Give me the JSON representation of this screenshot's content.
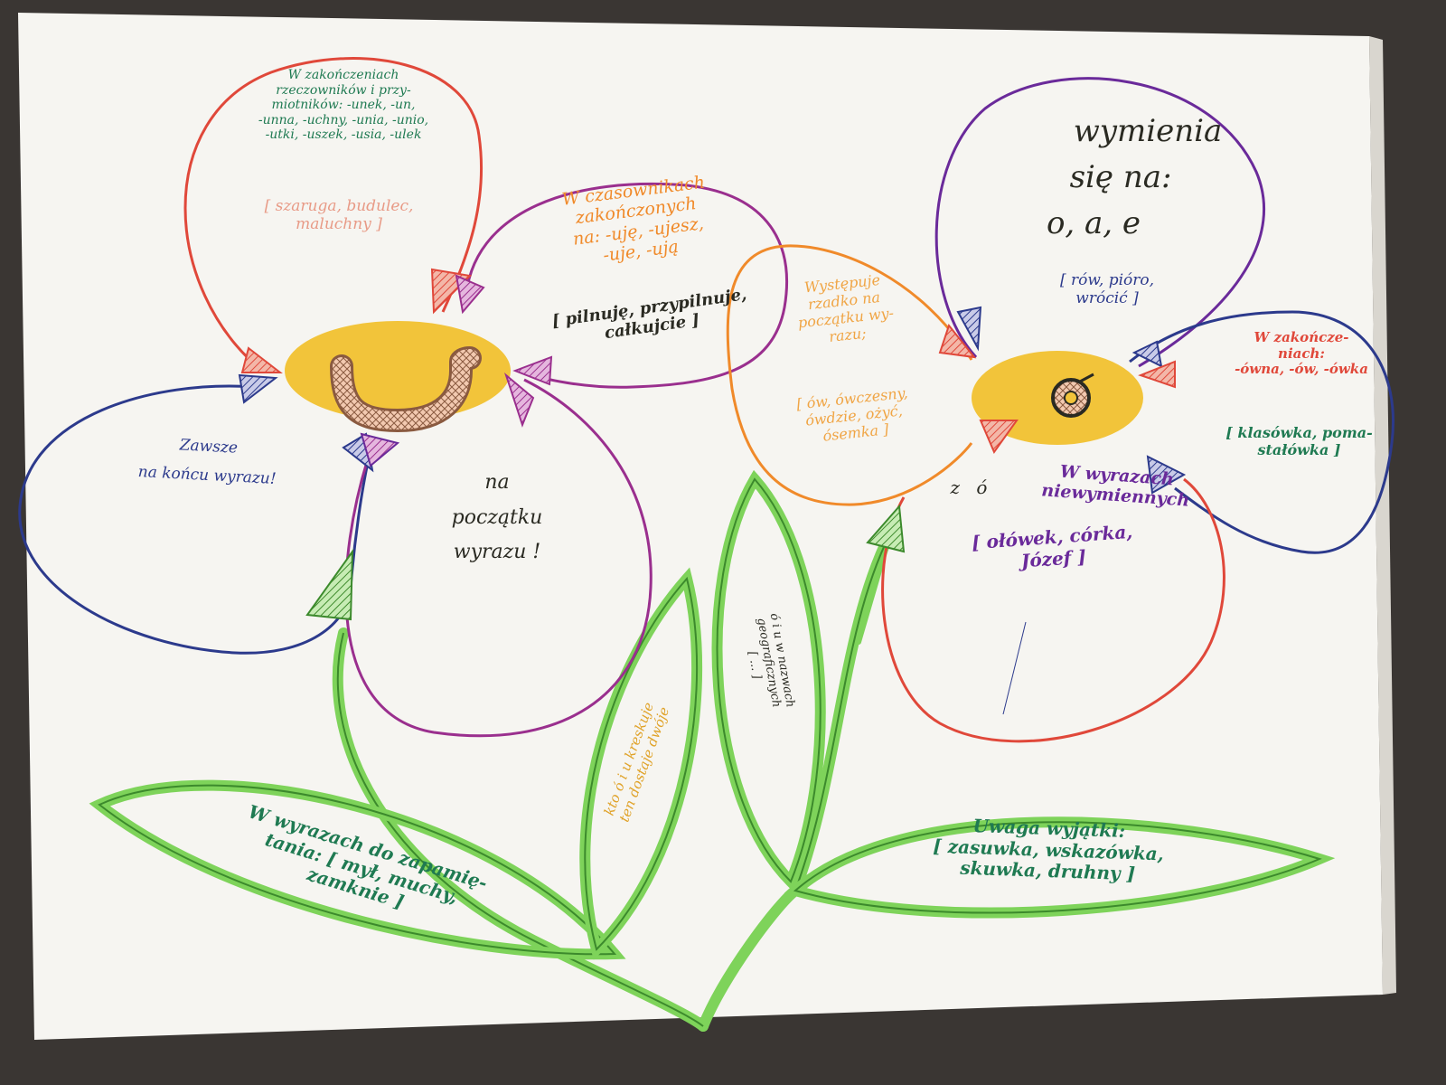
{
  "colors": {
    "paper": "#f6f5f1",
    "background": "#3a3633",
    "red": "#e0483a",
    "orange": "#f08a2a",
    "purple": "#9a2f8e",
    "navy": "#2c3a8c",
    "violet": "#6a2a9a",
    "green": "#7ed35a",
    "dark_green": "#1f7a52",
    "center_yellow": "#f2c43a",
    "ink": "#2a2a22"
  },
  "flower_u": {
    "center_glyph": "u",
    "petal_top": {
      "lines": [
        "W zakończeniach",
        "rzeczowników i przy-",
        "miotników: -unek, -un,",
        "-unna, -uchny, -unia, -unio,",
        "-utki, -uszek, -usia, -ulek"
      ],
      "example_lines": [
        "[ szaruga, budulec,",
        "maluchny ]"
      ]
    },
    "petal_right": {
      "lines": [
        "W czasownikach",
        "zakończonych",
        "na: -uję, -ujesz,",
        "-uje, -ują"
      ],
      "example_lines": [
        "[ pilnuję, przypilnuje,",
        "całkujcie ]"
      ]
    },
    "petal_left": {
      "lines": [
        "Zawsze",
        "na końcu wyrazu!"
      ]
    },
    "petal_bottom": {
      "lines": [
        "na",
        "początku",
        "wyrazu !"
      ]
    }
  },
  "flower_o": {
    "center_glyph": "ó",
    "petal_top": {
      "lines": [
        "wymienia",
        "się na:",
        "o, a, e"
      ],
      "example_lines": [
        "[ rów, pióro,",
        "wrócić ]"
      ]
    },
    "petal_left": {
      "lines": [
        "Występuje",
        "rzadko na",
        "początku wy-",
        "razu;"
      ],
      "example_lines": [
        "[ ów, ówczesny,",
        "ówdzie, ożyć,",
        "ósemka ]"
      ]
    },
    "petal_right": {
      "lines": [
        "W zakończe-",
        "niach:",
        "-ówna, -ów, -ówka"
      ],
      "example_lines": [
        "[ klasówka, poma-",
        "stałówka ]"
      ]
    },
    "petal_bottom": {
      "label": "z ó",
      "lines": [
        "W wyrazach",
        "niewymiennych"
      ],
      "example_lines": [
        "[ ołówek, córka,",
        "Józef ]"
      ]
    }
  },
  "leaves": {
    "bottom_left": {
      "lines": [
        "W wyrazach do zapamię-",
        "tania: [ mył, muchy,",
        "zamknie ]"
      ]
    },
    "middle_left": {
      "lines": [
        "kto ó i u kreskuje",
        "ten dostaje dwóje"
      ]
    },
    "middle_right": {
      "lines": [
        "ó i u w nazwach",
        "geograficznych",
        "[ ... ]"
      ]
    },
    "bottom_right": {
      "lines": [
        "Uwaga wyjątki:",
        "[ zasuwka, wskazówka,",
        "skuwka, druhny ]"
      ]
    }
  }
}
